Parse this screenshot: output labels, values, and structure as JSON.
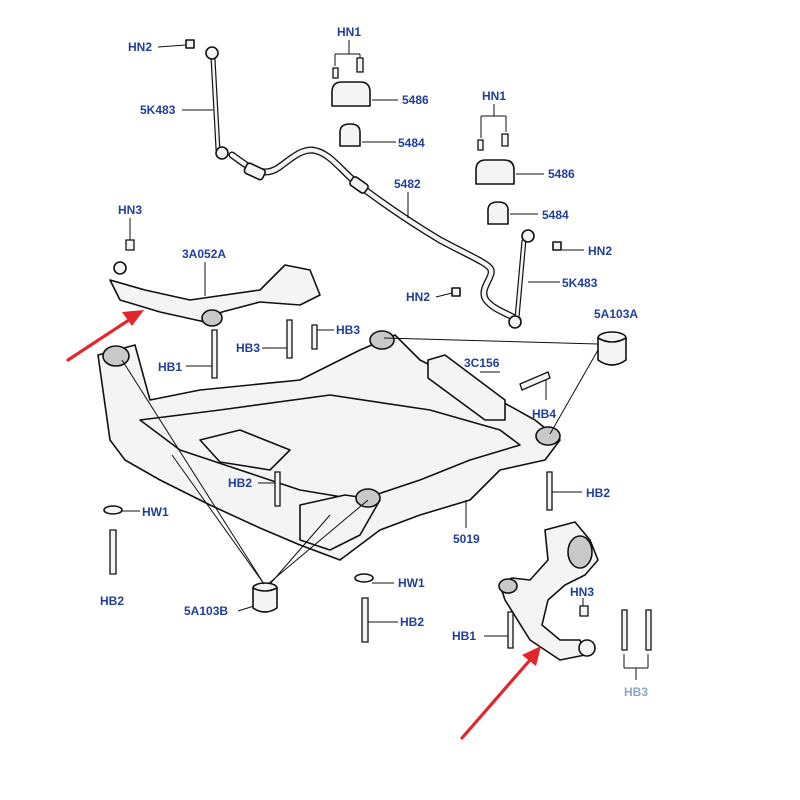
{
  "colors": {
    "label": "#1f3f9a",
    "label_faded": "#8aa6c8",
    "arrow": "#e3262b",
    "line": "#111111"
  },
  "labels": {
    "hn2_top": "HN2",
    "link_5k483_left": "5K483",
    "hn1_left": "HN1",
    "p5486_left": "5486",
    "p5484_left": "5484",
    "p5482": "5482",
    "hn1_right": "HN1",
    "p5486_right": "5486",
    "p5484_right": "5484",
    "hn2_right": "HN2",
    "link_5k483_right": "5K483",
    "hn2_mid": "HN2",
    "hn3_left": "HN3",
    "arm_3a052a": "3A052A",
    "hb3_a": "HB3",
    "hb3_b": "HB3",
    "hb1_left": "HB1",
    "bush_5a103a": "5A103A",
    "p3c156": "3C156",
    "hb4": "HB4",
    "hb2_left_mid": "HB2",
    "hb2_right_top": "HB2",
    "hw1_left": "HW1",
    "hb2_left_bottom": "HB2",
    "p5019": "5019",
    "bush_5a103b": "5A103B",
    "hw1_center": "HW1",
    "hb2_center": "HB2",
    "hn3_right": "HN3",
    "hb1_right": "HB1",
    "hb3_bottom": "HB3"
  }
}
